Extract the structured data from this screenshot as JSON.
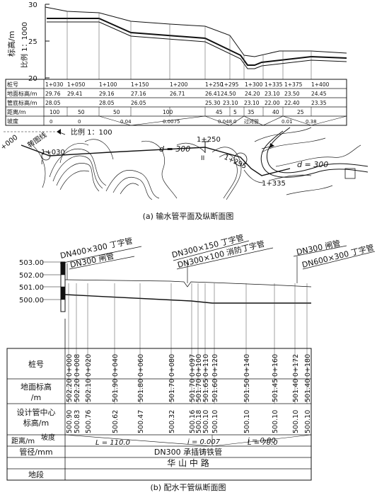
{
  "part_a": {
    "caption": "(a) 输水管平面及纵断面图",
    "y_axis_label": "标高/m",
    "scale_label": "比例 1：1000",
    "y_ticks": [
      "30",
      "25",
      "20"
    ],
    "row_labels": [
      "桩号",
      "地面标高/m",
      "管底标高/m",
      "距离/m",
      "坡度"
    ],
    "stations": [
      "1+030",
      "1+050",
      "1+100",
      "1+150",
      "1+200",
      "1+250",
      "1+295",
      "1+300",
      "1+335",
      "1+375",
      "1+400"
    ],
    "ground_elev": [
      "29.76",
      "29.41",
      "29.16",
      "27.16",
      "26.71",
      "26.41",
      "24.50",
      "24.20",
      "23.10",
      "23.50",
      "24.45"
    ],
    "pipe_elev": [
      "28.05",
      "28.05",
      "26.05",
      "25.30",
      "23.10",
      "23.10",
      "22.00",
      "22.40",
      "23.35"
    ],
    "distances": [
      "100",
      "50",
      "50",
      "100",
      "45",
      "5",
      "35",
      "40",
      "25"
    ],
    "slopes": [
      "0",
      "0",
      "0.04",
      "0.0075",
      "0.048",
      "0",
      "过河管",
      "0.01",
      "0.38"
    ],
    "plan": {
      "direction_label": "转图线",
      "scale_label": "比例 1：100",
      "diam_label_1": "d = 300",
      "diam_label_2": "d = 300",
      "station_000": "+000",
      "station_030": "1+030",
      "station_250": "1+250",
      "station_295": "1+295",
      "station_335": "1+335",
      "marker_1": "I",
      "marker_2": "II"
    }
  },
  "part_b": {
    "caption": "(b) 配水干管纵断面图",
    "y_ticks": [
      "503.00",
      "502.00",
      "501.00",
      "500.00"
    ],
    "annotations": {
      "tee_left": "DN400×300 丁字管",
      "valve_left": "DN300 闸管",
      "tee_mid": "DN300×150 丁字管",
      "fire_tee": "DN300×100 消防丁字管",
      "valve_right": "DN300 闸管",
      "tee_right": "DN600×300 丁字管"
    },
    "row_labels": {
      "station": "桩号",
      "ground": "地面标高\n/m",
      "pipe": "设计管中心\n标高/m",
      "dist": "距离/m",
      "slope": "坡度",
      "diam": "管径/mm",
      "section": "地段"
    },
    "stations": [
      "0+000",
      "0+008",
      "0+020",
      "0+040",
      "0+060",
      "0+080",
      "0+097",
      "0+100",
      "0+110",
      "0+120",
      "0+140",
      "0+160",
      "0+172",
      "0+180"
    ],
    "ground_elev": [
      "502.20",
      "502.20",
      "502.10",
      "501.90",
      "501.80",
      "501.70",
      "501.70",
      "501.70",
      "501.65",
      "501.60",
      "501.50",
      "501.45",
      "501.40",
      "501.40"
    ],
    "pipe_elev": [
      "500.90",
      "500.83",
      "500.76",
      "500.62",
      "500.47",
      "500.32",
      "500.16",
      "500.18",
      "500.10",
      "500.10",
      "500.10",
      "500.10",
      "500.10",
      "500.10"
    ],
    "slope_1": "i = 0.007",
    "slope_2": "i = 0.00",
    "length_1": "L = 110.0",
    "length_2": "L = 70.0",
    "pipe_type": "DN300 承插铸铁管",
    "section_name": "华 山 中 路"
  }
}
